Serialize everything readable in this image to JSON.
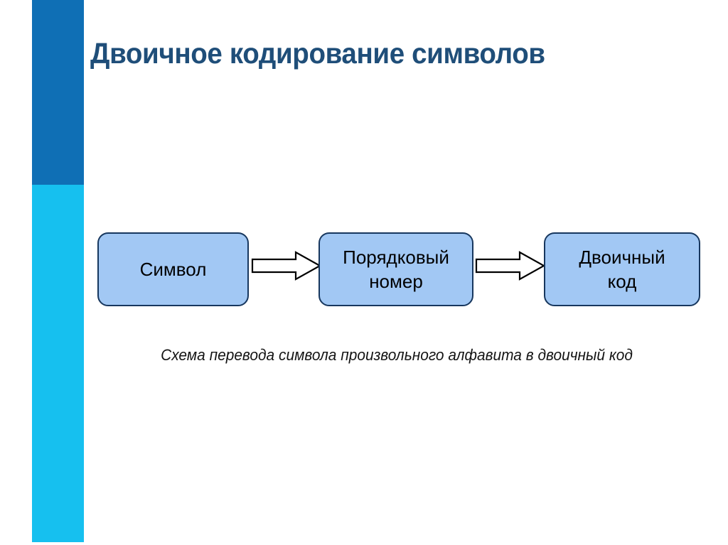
{
  "slide": {
    "title": "Двоичное кодирование символов",
    "title_color": "#1f4e79",
    "background_color": "#ffffff"
  },
  "accent_bar": {
    "top_color": "#0f6fb5",
    "bottom_color": "#16c0ef"
  },
  "diagram": {
    "caption": "Схема перевода символа произвольного алфавита в двоичный код",
    "box_fill_color": "#a2c8f4",
    "box_border_color": "#17375e",
    "arrow_fill_color": "#ffffff",
    "arrow_stroke_color": "#000000",
    "boxes": [
      {
        "label": "Символ"
      },
      {
        "label": "Порядковый\nномер"
      },
      {
        "label": "Двоичный\nкод"
      }
    ],
    "arrows": [
      {
        "from": "Символ",
        "to": "Порядковый номер",
        "direction": "right"
      },
      {
        "from": "Порядковый номер",
        "to": "Двоичный код",
        "direction": "right"
      }
    ]
  }
}
